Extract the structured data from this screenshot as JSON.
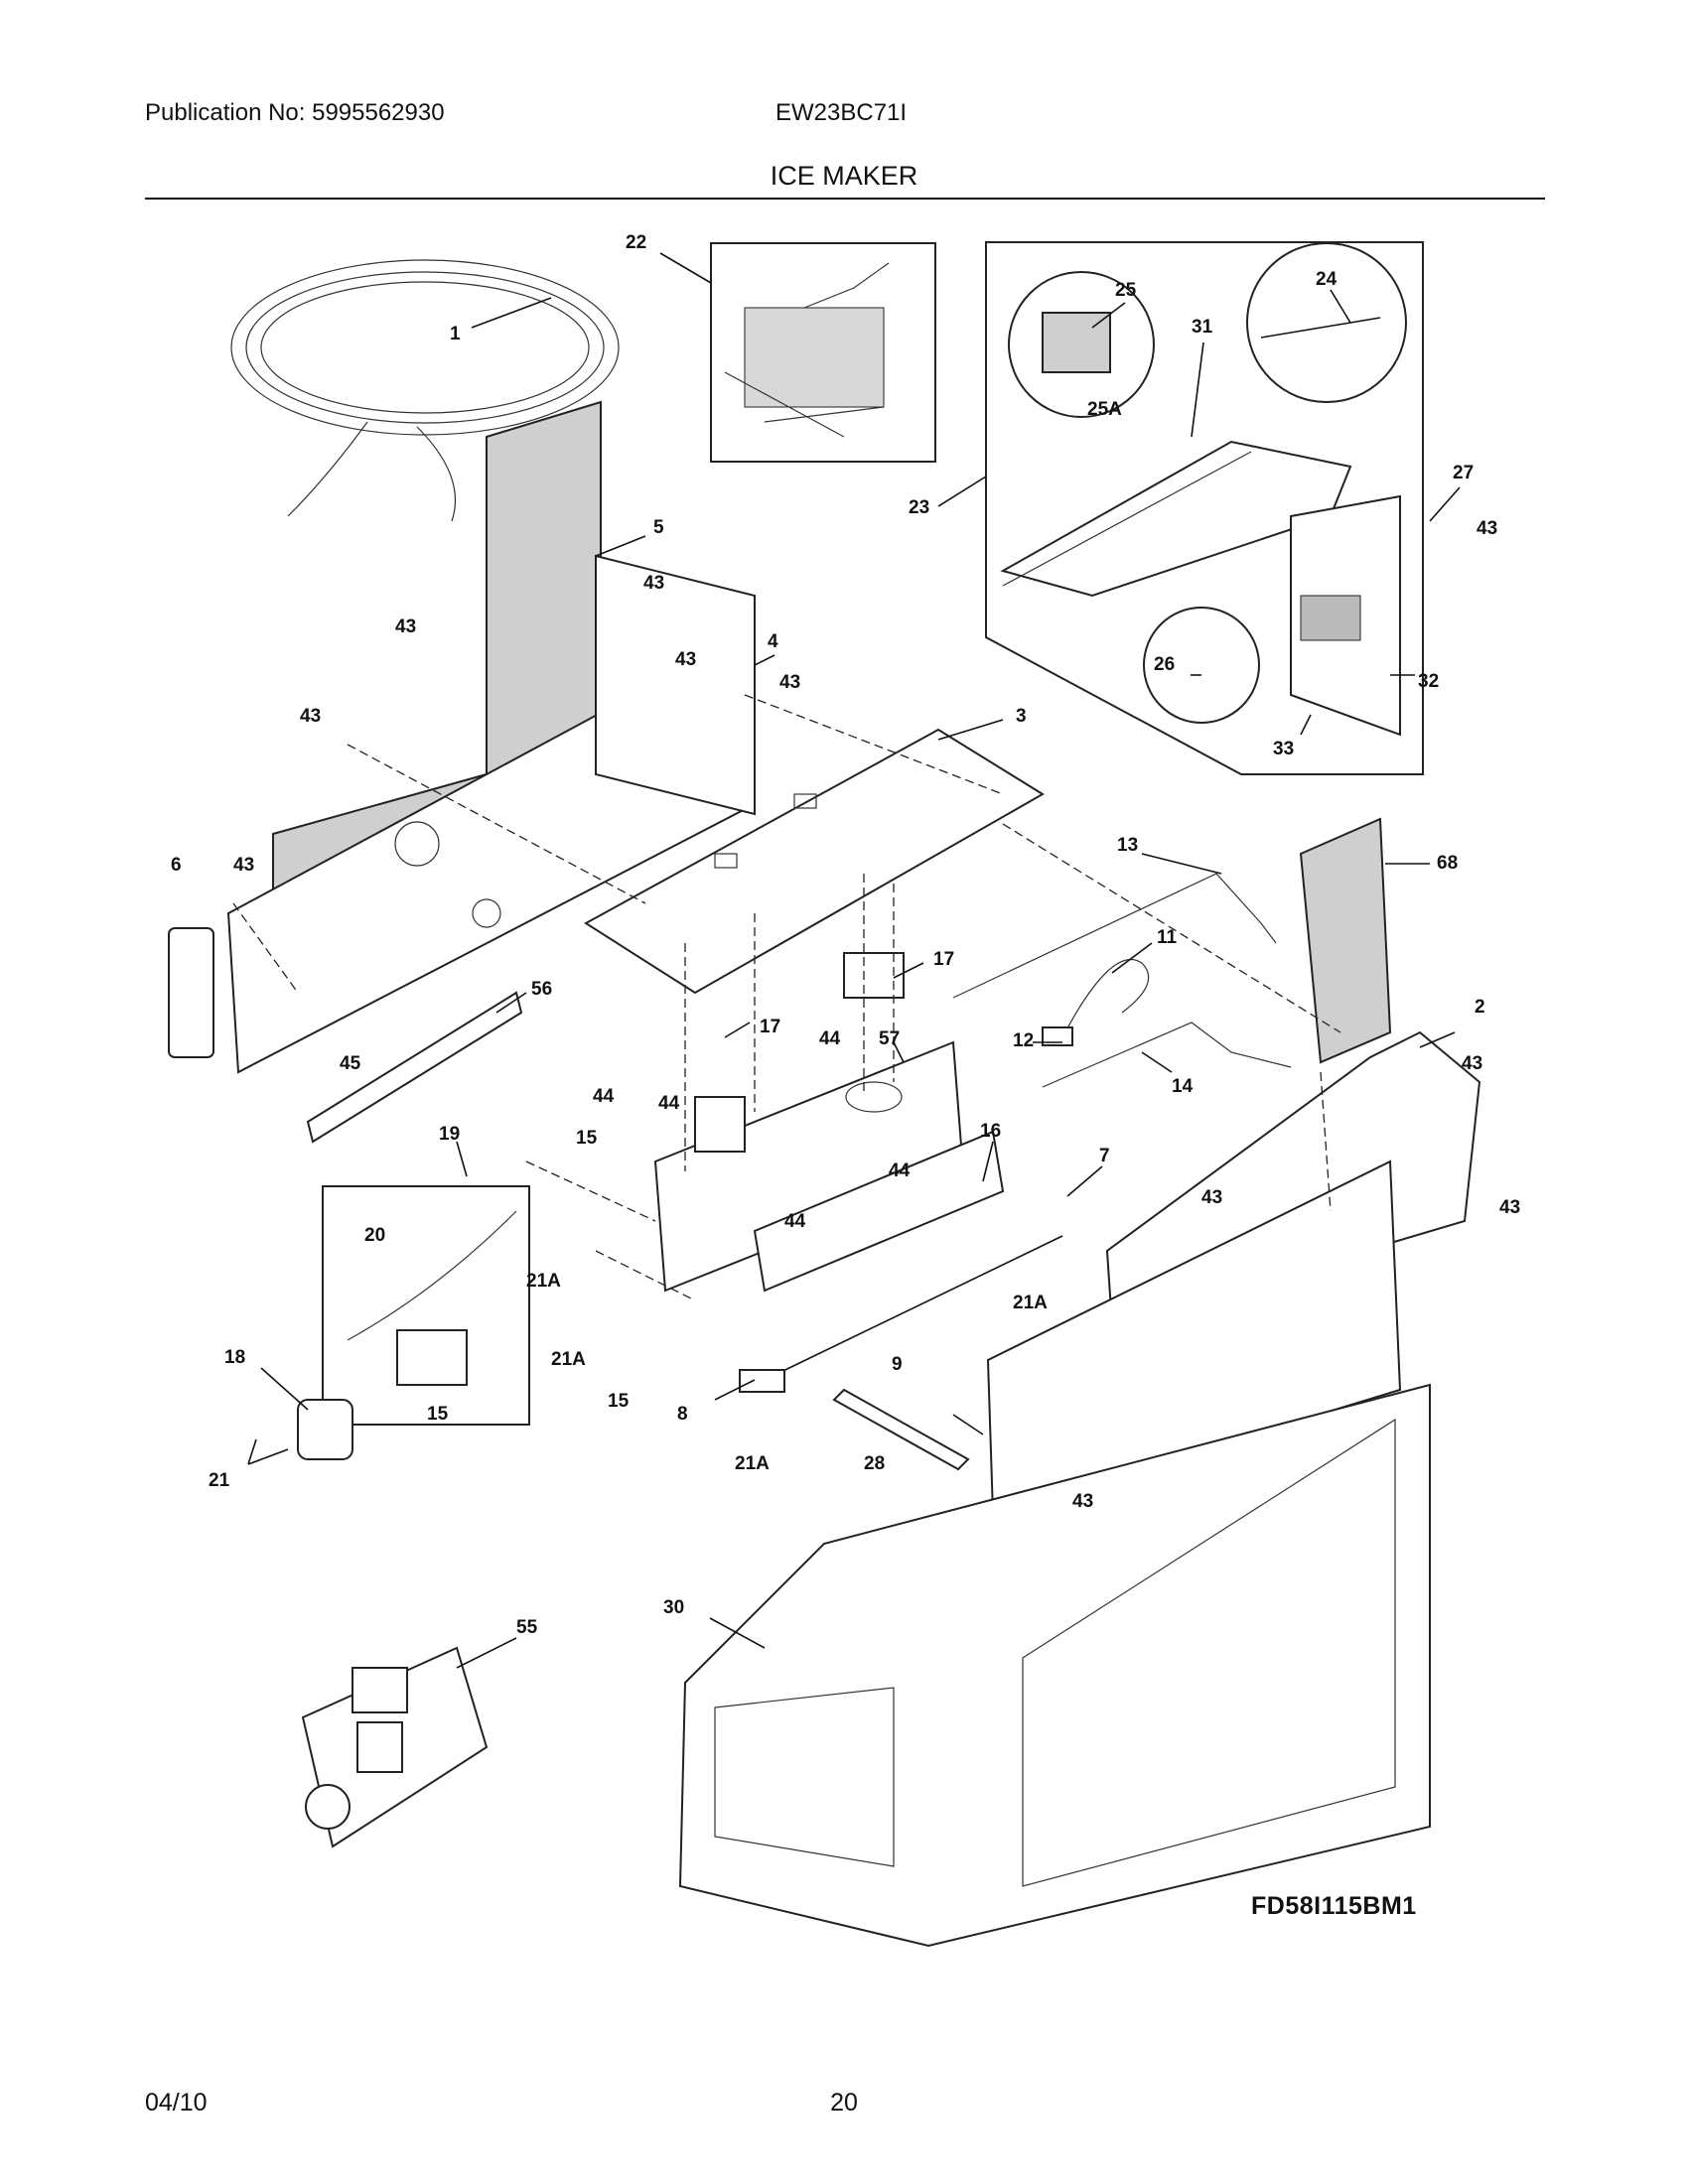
{
  "header": {
    "publication": "Publication No: 5995562930",
    "model": "EW23BC71I",
    "title": "ICE MAKER"
  },
  "footer": {
    "date": "04/10",
    "page": "20"
  },
  "diagram_code": "FD58I115BM1",
  "callouts": [
    "1",
    "22",
    "23",
    "24",
    "25",
    "25A",
    "31",
    "26",
    "27",
    "43",
    "32",
    "33",
    "5",
    "4",
    "3",
    "6",
    "13",
    "68",
    "11",
    "17",
    "57",
    "12",
    "14",
    "2",
    "56",
    "45",
    "19",
    "15",
    "16",
    "7",
    "44",
    "20",
    "21A",
    "18",
    "21",
    "9",
    "8",
    "28",
    "30",
    "55"
  ]
}
